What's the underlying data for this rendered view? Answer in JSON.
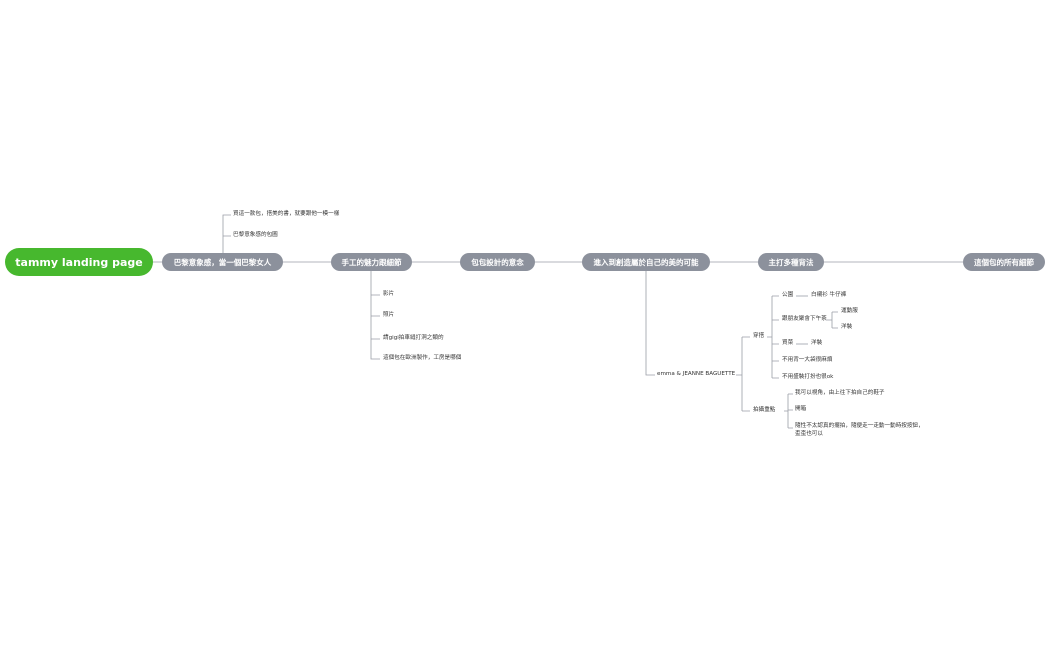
{
  "root": {
    "label": "tammy landing page"
  },
  "main_topics": [
    {
      "label": "巴黎意象感，當一個巴黎女人"
    },
    {
      "label": "手工的魅力跟細節"
    },
    {
      "label": "包包設計的意念"
    },
    {
      "label": "進入到創造屬於自己的美的可能"
    },
    {
      "label": "主打多種背法"
    },
    {
      "label": "這個包的所有細節"
    }
  ],
  "paris_children": [
    {
      "label": "買這一款包，搭美的書，就要跟他一模一樣"
    },
    {
      "label": "巴黎意象感的包圖"
    }
  ],
  "handmade_children": [
    {
      "label": "影片"
    },
    {
      "label": "照片"
    },
    {
      "label": "請gigi拍車縫打洞之類的"
    },
    {
      "label": "這個包在歐洲製作，工房是哪個"
    }
  ],
  "emma": {
    "label": "emma & JEANNE BAGUETTE"
  },
  "outfit": {
    "label": "穿搭",
    "items": [
      {
        "label": "公園",
        "child": "白襯衫 牛仔褲"
      },
      {
        "label": "跟朋友聚會下午茶",
        "children": [
          "運動服",
          "洋裝"
        ]
      },
      {
        "label": "買菜",
        "child": "洋裝"
      },
      {
        "label": "不用背一大袋很麻煩"
      },
      {
        "label": "不用盛裝打扮也很ok"
      }
    ]
  },
  "shoot": {
    "label": "拍攝重點",
    "items": [
      {
        "label": "我可以視角，由上往下拍自己的鞋子"
      },
      {
        "label": "開箱"
      },
      {
        "label": "隨性不太認真的擺拍，隨便走一走動一動時按按鈕，歪歪也可以"
      }
    ]
  }
}
